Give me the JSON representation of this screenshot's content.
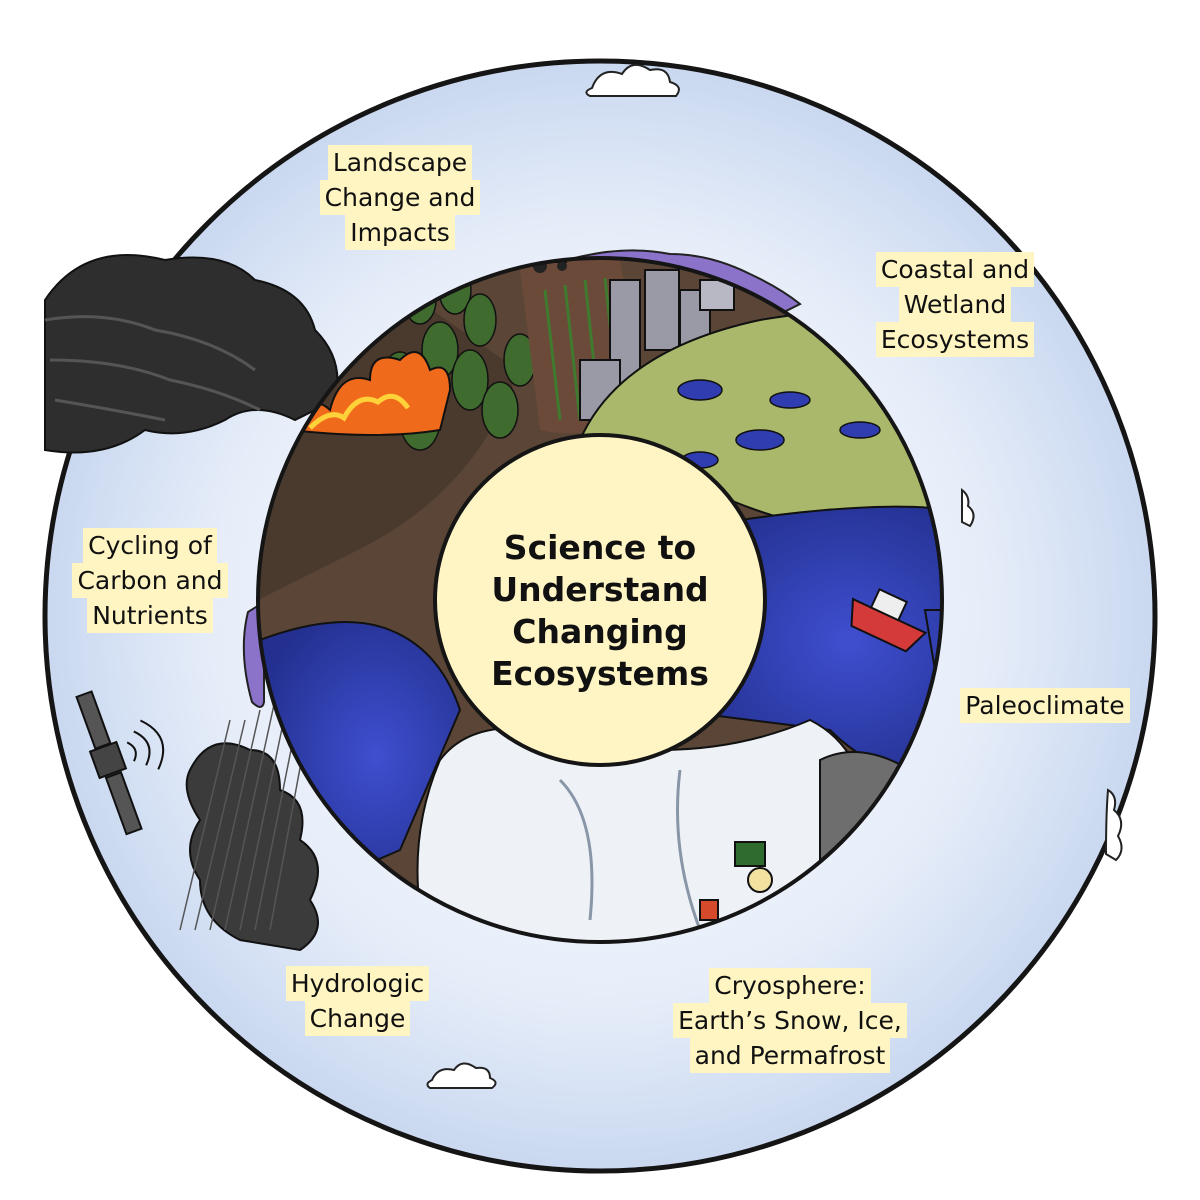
{
  "center": {
    "lines": [
      "Science to",
      "Understand",
      "Changing",
      "Ecosystems"
    ]
  },
  "topics": [
    {
      "id": "landscape",
      "lines": [
        "Landscape",
        "Change and",
        "Impacts"
      ]
    },
    {
      "id": "coastal",
      "lines": [
        "Coastal and",
        "Wetland",
        "Ecosystems"
      ]
    },
    {
      "id": "cycling",
      "lines": [
        "Cycling of",
        "Carbon and",
        "Nutrients"
      ]
    },
    {
      "id": "paleoclimate",
      "lines": [
        "Paleoclimate"
      ]
    },
    {
      "id": "hydrologic",
      "lines": [
        "Hydrologic",
        "Change"
      ]
    },
    {
      "id": "cryosphere",
      "lines": [
        "Cryosphere:",
        "Earth’s Snow, Ice,",
        "and Permafrost"
      ]
    }
  ],
  "colors": {
    "sky": "#dfe8f7",
    "outline": "#151515",
    "center_fill": "#fff4c4",
    "label_highlight": "#fff5c2",
    "ocean": "#2f3db0",
    "wetland": "#a9b86a",
    "soil": "#5a4536",
    "forest": "#3f6b2e",
    "ice": "#eef2f6",
    "smoke": "#2b2b2b",
    "fire": "#f06a1c"
  },
  "icons": [
    "satellite-icon",
    "ship-icon",
    "tractor-icon",
    "city-icon",
    "fire-icon",
    "cloud-icon",
    "drill-icon"
  ]
}
